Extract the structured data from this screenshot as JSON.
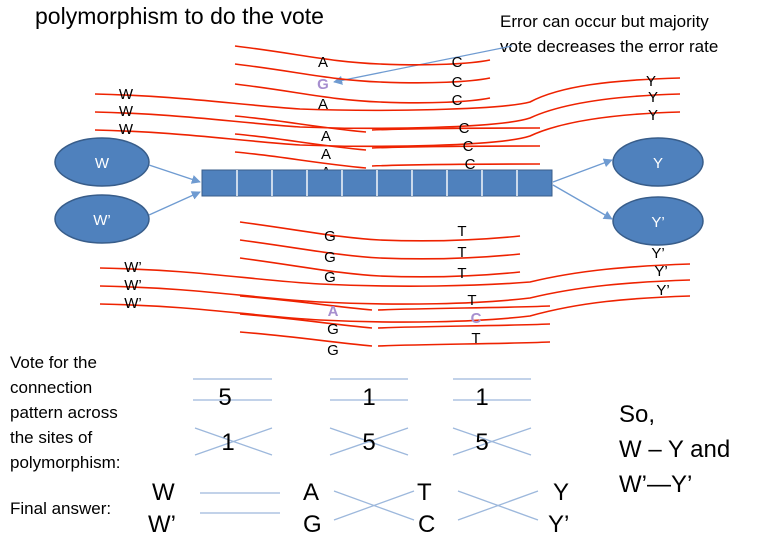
{
  "title": "polymorphism to do the vote",
  "error_note": [
    "Error can occur but majority",
    "vote decreases the error rate"
  ],
  "nodes": {
    "w": "W",
    "w_prime": "W’",
    "y": "Y",
    "y_prime": "Y’"
  },
  "top_group": {
    "left_labels": [
      "W",
      "W",
      "W"
    ],
    "right_labels": [
      "Y",
      "Y",
      "Y"
    ],
    "site1": [
      "A",
      "G",
      "A",
      "A",
      "A",
      "A"
    ],
    "site2": [
      "C",
      "C",
      "C",
      "C",
      "C",
      "C"
    ]
  },
  "bottom_group": {
    "left_labels": [
      "W’",
      "W’",
      "W’"
    ],
    "right_labels": [
      "Y’",
      "Y’",
      "Y’"
    ],
    "site1": [
      "G",
      "G",
      "G",
      "A",
      "G",
      "G"
    ],
    "site2": [
      "T",
      "T",
      "T",
      "T",
      "C",
      "T"
    ]
  },
  "vote_label": [
    "Vote for the",
    "connection",
    "pattern across",
    "the sites of",
    "polymorphism:"
  ],
  "votes": [
    {
      "parallel": "5",
      "crossed": "1"
    },
    {
      "parallel": "1",
      "crossed": "5"
    },
    {
      "parallel": "1",
      "crossed": "5"
    }
  ],
  "final_label": "Final answer:",
  "final": {
    "w": "W",
    "w_prime": "W’",
    "a": "A",
    "g": "G",
    "t": "T",
    "c": "C",
    "y": "Y",
    "y_prime": "Y’"
  },
  "conclusion": [
    "So,",
    "W – Y and",
    "W’—Y’"
  ],
  "colors": {
    "read_line": "#ee2200",
    "node_fill": "#4f81bd",
    "node_stroke": "#385d8a",
    "arrow": "#6f9bd1",
    "vote_line": "#9db8dc",
    "error_base": "#a78fcf"
  }
}
